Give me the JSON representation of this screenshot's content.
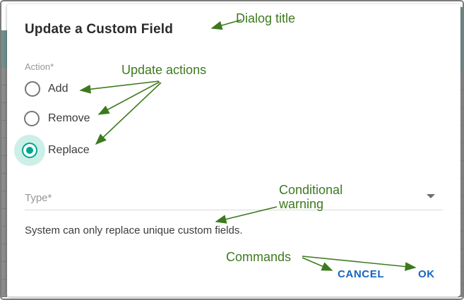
{
  "dialog": {
    "title": "Update a Custom Field",
    "action_group": {
      "label": "Action*",
      "options": [
        {
          "label": "Add",
          "selected": false
        },
        {
          "label": "Remove",
          "selected": false
        },
        {
          "label": "Replace",
          "selected": true
        }
      ]
    },
    "type_field": {
      "label": "Type*",
      "value": ""
    },
    "warning": "System can only replace unique custom fields.",
    "buttons": {
      "cancel": "CANCEL",
      "ok": "OK"
    }
  },
  "annotations": {
    "title_note": "Dialog title",
    "actions_note": "Update actions",
    "conditional_note": "Conditional warning",
    "commands_note": "Commands"
  },
  "colors": {
    "annotation_green": "#3d7a1e",
    "radio_selected_teal": "#00a693",
    "radio_halo_teal": "#ccefe7",
    "command_blue": "#1565c0"
  }
}
